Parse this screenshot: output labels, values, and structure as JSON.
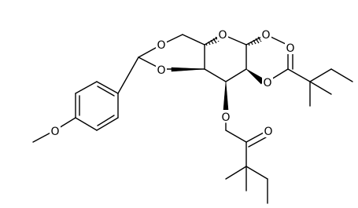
{
  "molecule": {
    "atoms": {
      "O_ring": "O",
      "O_methoxy_anomeric": "O",
      "O_acetal_top": "O",
      "O_acetal_bottom": "O",
      "O_pmp": "O",
      "O_ester2": "O",
      "O_carbonyl2": "O",
      "O_ester3": "O",
      "O_carbonyl3": "O"
    }
  },
  "colors": {
    "ink": "#000000",
    "background": "#ffffff"
  }
}
